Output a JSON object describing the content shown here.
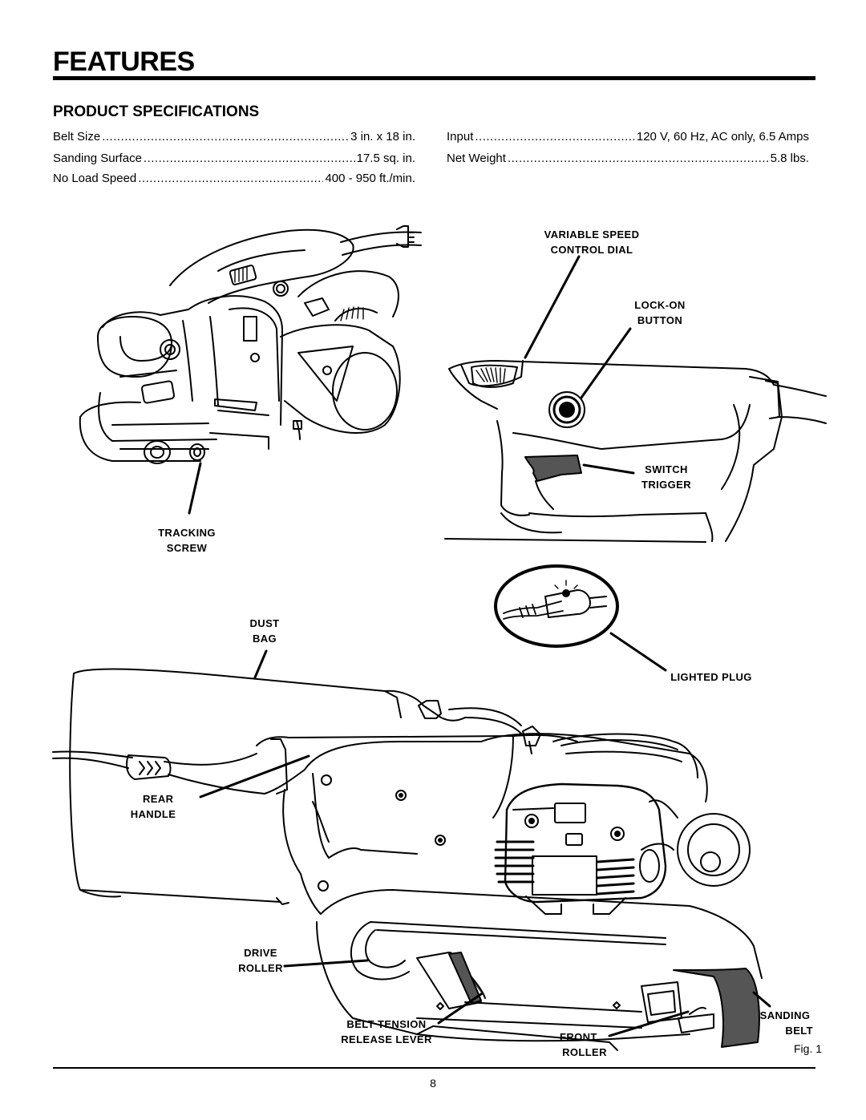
{
  "header": {
    "title": "FEATURES"
  },
  "specs": {
    "heading": "PRODUCT SPECIFICATIONS",
    "left": [
      {
        "label": "Belt Size",
        "value": "3 in. x 18 in."
      },
      {
        "label": "Sanding Surface",
        "value": "17.5 sq. in."
      },
      {
        "label": "No Load Speed",
        "value": "400 - 950 ft./min."
      }
    ],
    "right": [
      {
        "label": "Input",
        "value": "120 V, 60 Hz, AC only, 6.5 Amps"
      },
      {
        "label": "Net Weight",
        "value": "5.8 lbs."
      }
    ]
  },
  "callouts": {
    "variable_speed": "VARIABLE SPEED\nCONTROL DIAL",
    "lock_on": "LOCK-ON\nBUTTON",
    "switch_trigger": "SWITCH\nTRIGGER",
    "tracking_screw": "TRACKING\nSCREW",
    "dust_bag": "DUST\nBAG",
    "lighted_plug": "LIGHTED PLUG",
    "rear_handle": "REAR\nHANDLE",
    "drive_roller": "DRIVE\nROLLER",
    "belt_tension": "BELT TENSION\nRELEASE LEVER",
    "front_roller": "FRONT\nROLLER",
    "sanding_belt": "SANDING\nBELT"
  },
  "figure_label": "Fig. 1",
  "page_number": "8"
}
